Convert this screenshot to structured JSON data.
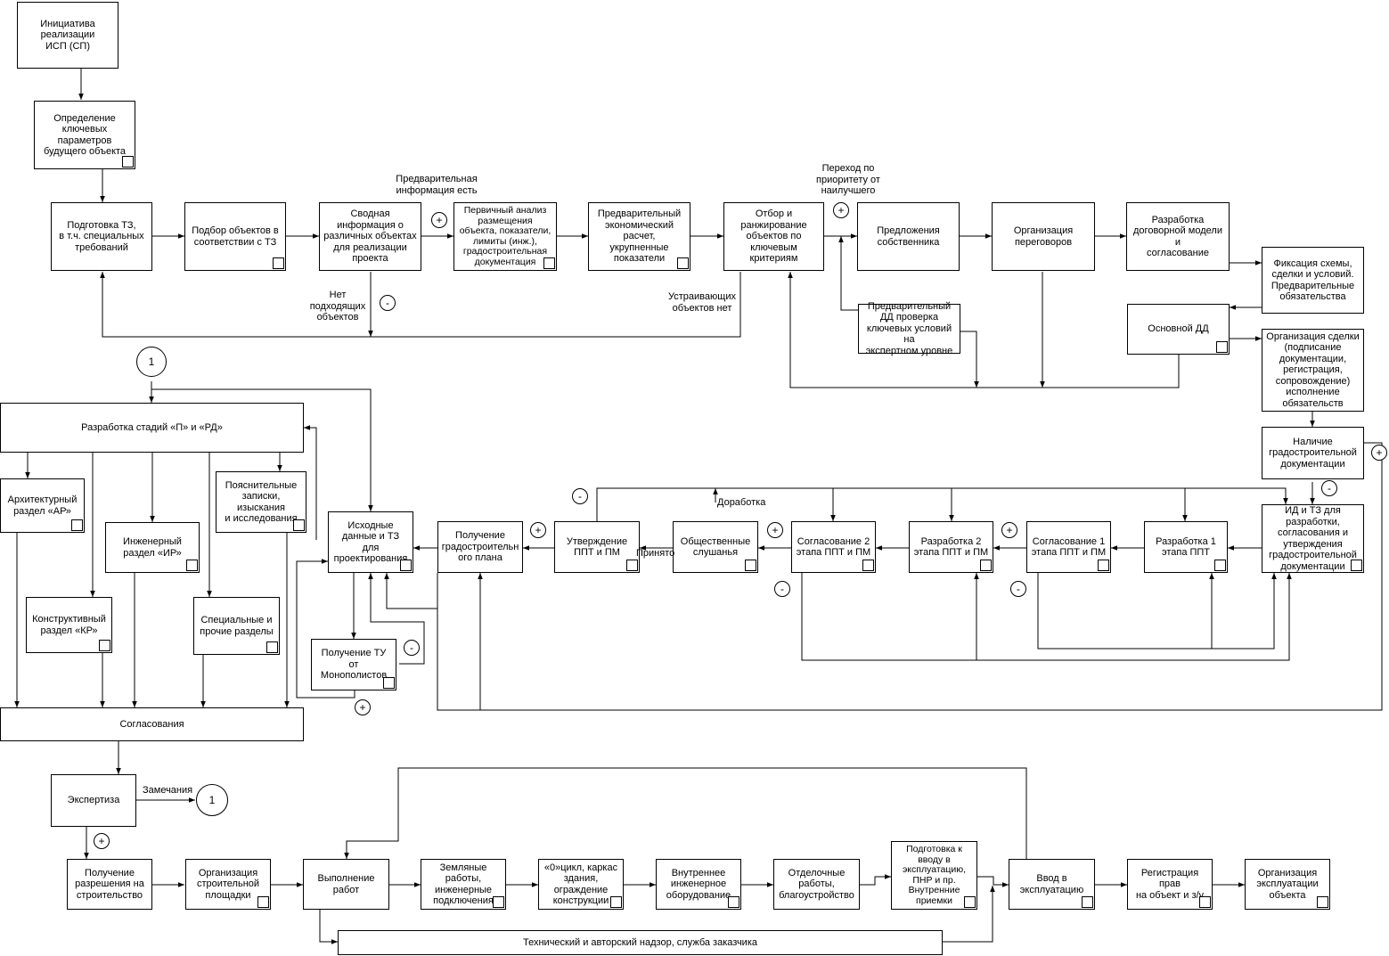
{
  "boxes": {
    "initiative": "Инициатива\nреализации\nИСП (СП)",
    "key_params": "Определение\nключевых\nпараметров\nбудущего объекта",
    "tz_prep": "Подготовка ТЗ,\nв т.ч. специальных\nтребований",
    "object_select": "Подбор объектов в\nсоответствии с ТЗ",
    "summary_info": "Сводная\nинформация о\nразличных объектах\nдля реализации\nпроекта",
    "primary_analysis": "Первичный анализ\nразмещения\nобъекта, показатели,\nлимиты (инж.),\nградостроительная\nдокументация",
    "prelim_econ": "Предварительный\nэкономический\nрасчет, укрупненные\nпоказатели",
    "ranking": "Отбор и\nранжирование\nобъектов по\nключевым критериям",
    "owner_offers": "Предложения\nсобственника",
    "negotiations": "Организация\nпереговоров",
    "contract_model": "Разработка\nдоговорной модели и\nсогласование",
    "fix_scheme": "Фиксация схемы,\nсделки и условий.\nПредварительные\nобязательства",
    "prelim_dd": "Предварительный\nДД проверка\nключевых условий на\nэкспертном уровне",
    "main_dd": "Основной ДД",
    "deal_org": "Организация сделки\n(подписание\nдокументации,\nрегистрация,\nсопровождение)\nисполнение\nобязательств",
    "urban_docs": "Наличие\nградостроительной\nдокументации",
    "id_tz": "ИД и ТЗ для\nразработки,\nсогласования и\nутверждения\nградостроительной\nдокументации",
    "dev1": "Разработка 1\nэтапа ППТ",
    "appr1": "Согласование 1\nэтапа ППТ и ПМ",
    "dev2": "Разработка 2\nэтапа ППТ и ПМ",
    "appr2": "Согласование 2\nэтапа ППТ и ПМ",
    "hearings": "Общественные\nслушанья",
    "approve_ppt": "Утверждение\nППТ и ПМ",
    "gpzu": "Получение\nградостроительн\nого плана",
    "input_data": "Исходные\nданные и ТЗ для\nпроектирования",
    "tu": "Получение ТУ от\nМонополистов",
    "stages": "Разработка стадий «П» и «РД»",
    "ar": "Архитектурный\nраздел «АР»",
    "ir": "Инженерный\nраздел «ИР»",
    "notes": "Пояснительные\nзаписки, изыскания\nи исследования",
    "kr": "Конструктивный\nраздел «КР»",
    "special": "Специальные и\nпрочие разделы",
    "approvals": "Согласования",
    "expertise": "Экспертиза",
    "permit": "Получение\nразрешения на\nстроительство",
    "site_org": "Организация\nстроительной\nплощадки",
    "works": "Выполнение\nработ",
    "earth": "Земляные\nработы,\nинженерные\nподключения",
    "zero_cycle": "«0»цикл, каркас\nздания,\nограждение\nконструкции",
    "internal_eq": "Внутреннее\nинженерное\nоборудование",
    "finishing": "Отделочные\nработы,\nблагоустройство",
    "commissioning_prep": "Подготовка к\nвводу в\nэксплуатацию,\nПНР и пр.\nВнутренние\nприемки",
    "commissioning": "Ввод в\nэксплуатацию",
    "registration": "Регистрация прав\nна объект и з/у",
    "operation": "Организация\nэксплуатации\nобъекта",
    "supervision": "Технический и авторский надзор, служба заказчика"
  },
  "labels": {
    "prelim_info_yes": "Предварительная\nинформация есть",
    "no_objects": "Нет\nподходящих\nобъектов",
    "priority_transition": "Переход по\nприоритету от\nнаилучшего",
    "no_suitable": "Устраивающих\nобъектов нет",
    "rework": "Доработка",
    "accepted": "Принято",
    "remarks": "Замечания"
  },
  "markers": {
    "plus": "+",
    "minus": "-",
    "connector": "1"
  }
}
